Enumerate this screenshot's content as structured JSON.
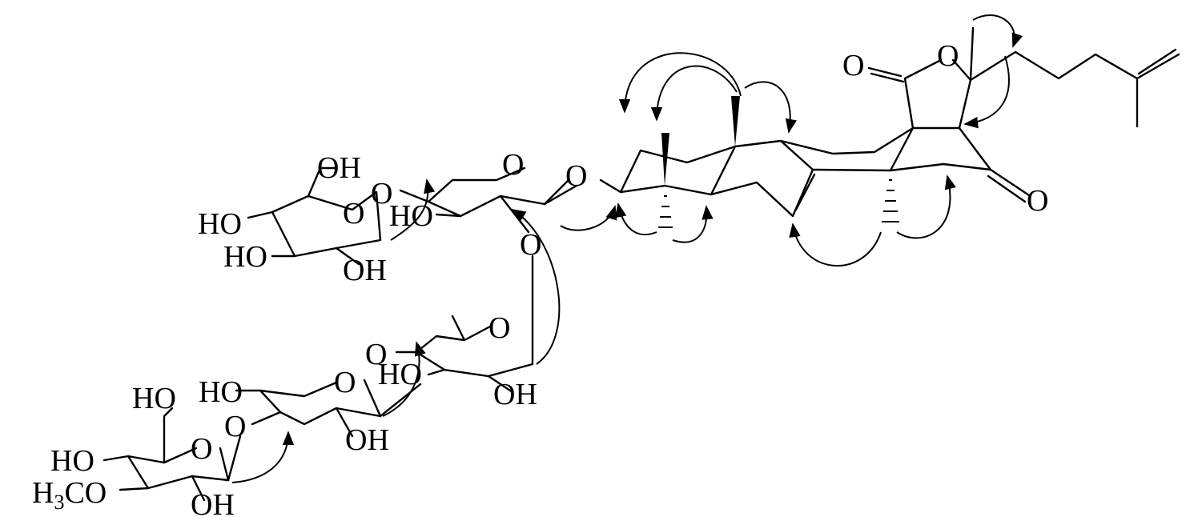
{
  "labels": {
    "ring_o": "O",
    "glycosidic_o": "O",
    "hydroxyl_left": "HO",
    "hydroxyl_right": "OH",
    "methoxy": "H3CO",
    "methoxy_sub": "3",
    "methoxy_prefix": "H",
    "methoxy_suffix": "CO",
    "carbonyl_o": "O"
  }
}
